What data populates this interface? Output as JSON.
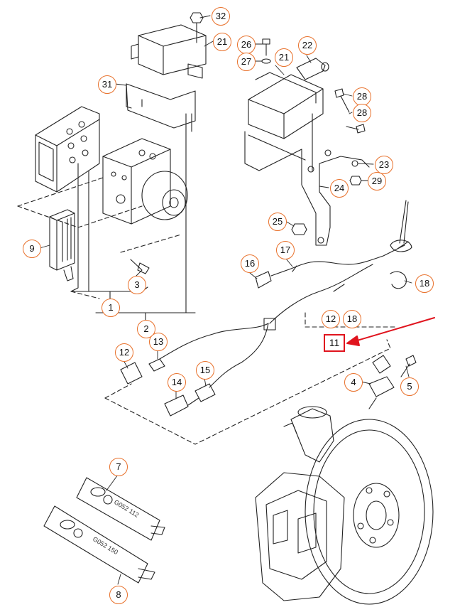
{
  "callouts": {
    "c32": "32",
    "c21a": "21",
    "c26": "26",
    "c27": "27",
    "c21b": "21",
    "c22": "22",
    "c31": "31",
    "c28a": "28",
    "c28b": "28",
    "c23": "23",
    "c29": "29",
    "c24": "24",
    "c9": "9",
    "c25": "25",
    "c17": "17",
    "c16": "16",
    "c3": "3",
    "c1": "1",
    "c18": "18",
    "c2": "2",
    "c12a": "12",
    "c18b": "18",
    "c11": "11",
    "c13": "13",
    "c12b": "12",
    "c15": "15",
    "c4": "4",
    "c5": "5",
    "c14": "14",
    "c7": "7",
    "c8": "8"
  },
  "tubes": {
    "tube1_label": "G052 112",
    "tube2_label": "G052 150"
  },
  "colors": {
    "callout_border": "#e8702a",
    "highlight_border": "#e0141e",
    "arrow": "#e0141e",
    "line": "#222222"
  }
}
